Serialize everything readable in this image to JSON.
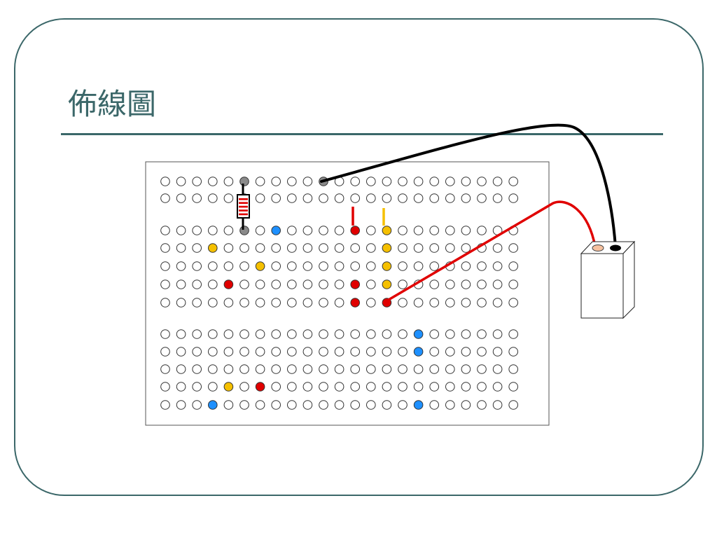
{
  "slide": {
    "title": "佈線圖"
  },
  "colors": {
    "frame": "#3b6769",
    "red": "#e00000",
    "yellow": "#f5c000",
    "blue": "#1e90ff",
    "gray": "#8a8a8a",
    "wire_black": "#000000",
    "battery_positive": "#f6c19f"
  },
  "breadboard": {
    "columns": 23,
    "top_rail_rows": 2,
    "middle_rows": 5,
    "bottom_rows": 5,
    "colored_holes": [
      {
        "section": "top",
        "row": 0,
        "col": 5,
        "color": "gray"
      },
      {
        "section": "top",
        "row": 0,
        "col": 10,
        "color": "gray"
      },
      {
        "section": "middle",
        "row": 0,
        "col": 5,
        "color": "gray"
      },
      {
        "section": "middle",
        "row": 0,
        "col": 7,
        "color": "blue"
      },
      {
        "section": "middle",
        "row": 0,
        "col": 12,
        "color": "red"
      },
      {
        "section": "middle",
        "row": 0,
        "col": 14,
        "color": "yellow"
      },
      {
        "section": "middle",
        "row": 1,
        "col": 3,
        "color": "yellow"
      },
      {
        "section": "middle",
        "row": 1,
        "col": 14,
        "color": "yellow"
      },
      {
        "section": "middle",
        "row": 2,
        "col": 6,
        "color": "yellow"
      },
      {
        "section": "middle",
        "row": 2,
        "col": 14,
        "color": "yellow"
      },
      {
        "section": "middle",
        "row": 3,
        "col": 4,
        "color": "red"
      },
      {
        "section": "middle",
        "row": 3,
        "col": 12,
        "color": "red"
      },
      {
        "section": "middle",
        "row": 3,
        "col": 14,
        "color": "yellow"
      },
      {
        "section": "middle",
        "row": 4,
        "col": 12,
        "color": "red"
      },
      {
        "section": "middle",
        "row": 4,
        "col": 14,
        "color": "red"
      },
      {
        "section": "bottom",
        "row": 0,
        "col": 16,
        "color": "blue"
      },
      {
        "section": "bottom",
        "row": 1,
        "col": 16,
        "color": "blue"
      },
      {
        "section": "bottom",
        "row": 3,
        "col": 4,
        "color": "yellow"
      },
      {
        "section": "bottom",
        "row": 3,
        "col": 6,
        "color": "red"
      },
      {
        "section": "bottom",
        "row": 4,
        "col": 3,
        "color": "blue"
      },
      {
        "section": "bottom",
        "row": 4,
        "col": 16,
        "color": "blue"
      }
    ]
  },
  "components": {
    "resistor": {
      "name": "resistor",
      "bands": 5,
      "band_color": "red"
    },
    "battery": {
      "name": "battery",
      "terminals": [
        "positive",
        "negative"
      ]
    },
    "wires": [
      {
        "name": "black-wire",
        "color": "wire_black",
        "from": "top-rail",
        "to": "battery-negative"
      },
      {
        "name": "red-wire",
        "color": "red",
        "from": "middle-row-5",
        "to": "battery-positive"
      },
      {
        "name": "red-lead",
        "color": "red"
      },
      {
        "name": "yellow-lead",
        "color": "yellow"
      }
    ]
  }
}
